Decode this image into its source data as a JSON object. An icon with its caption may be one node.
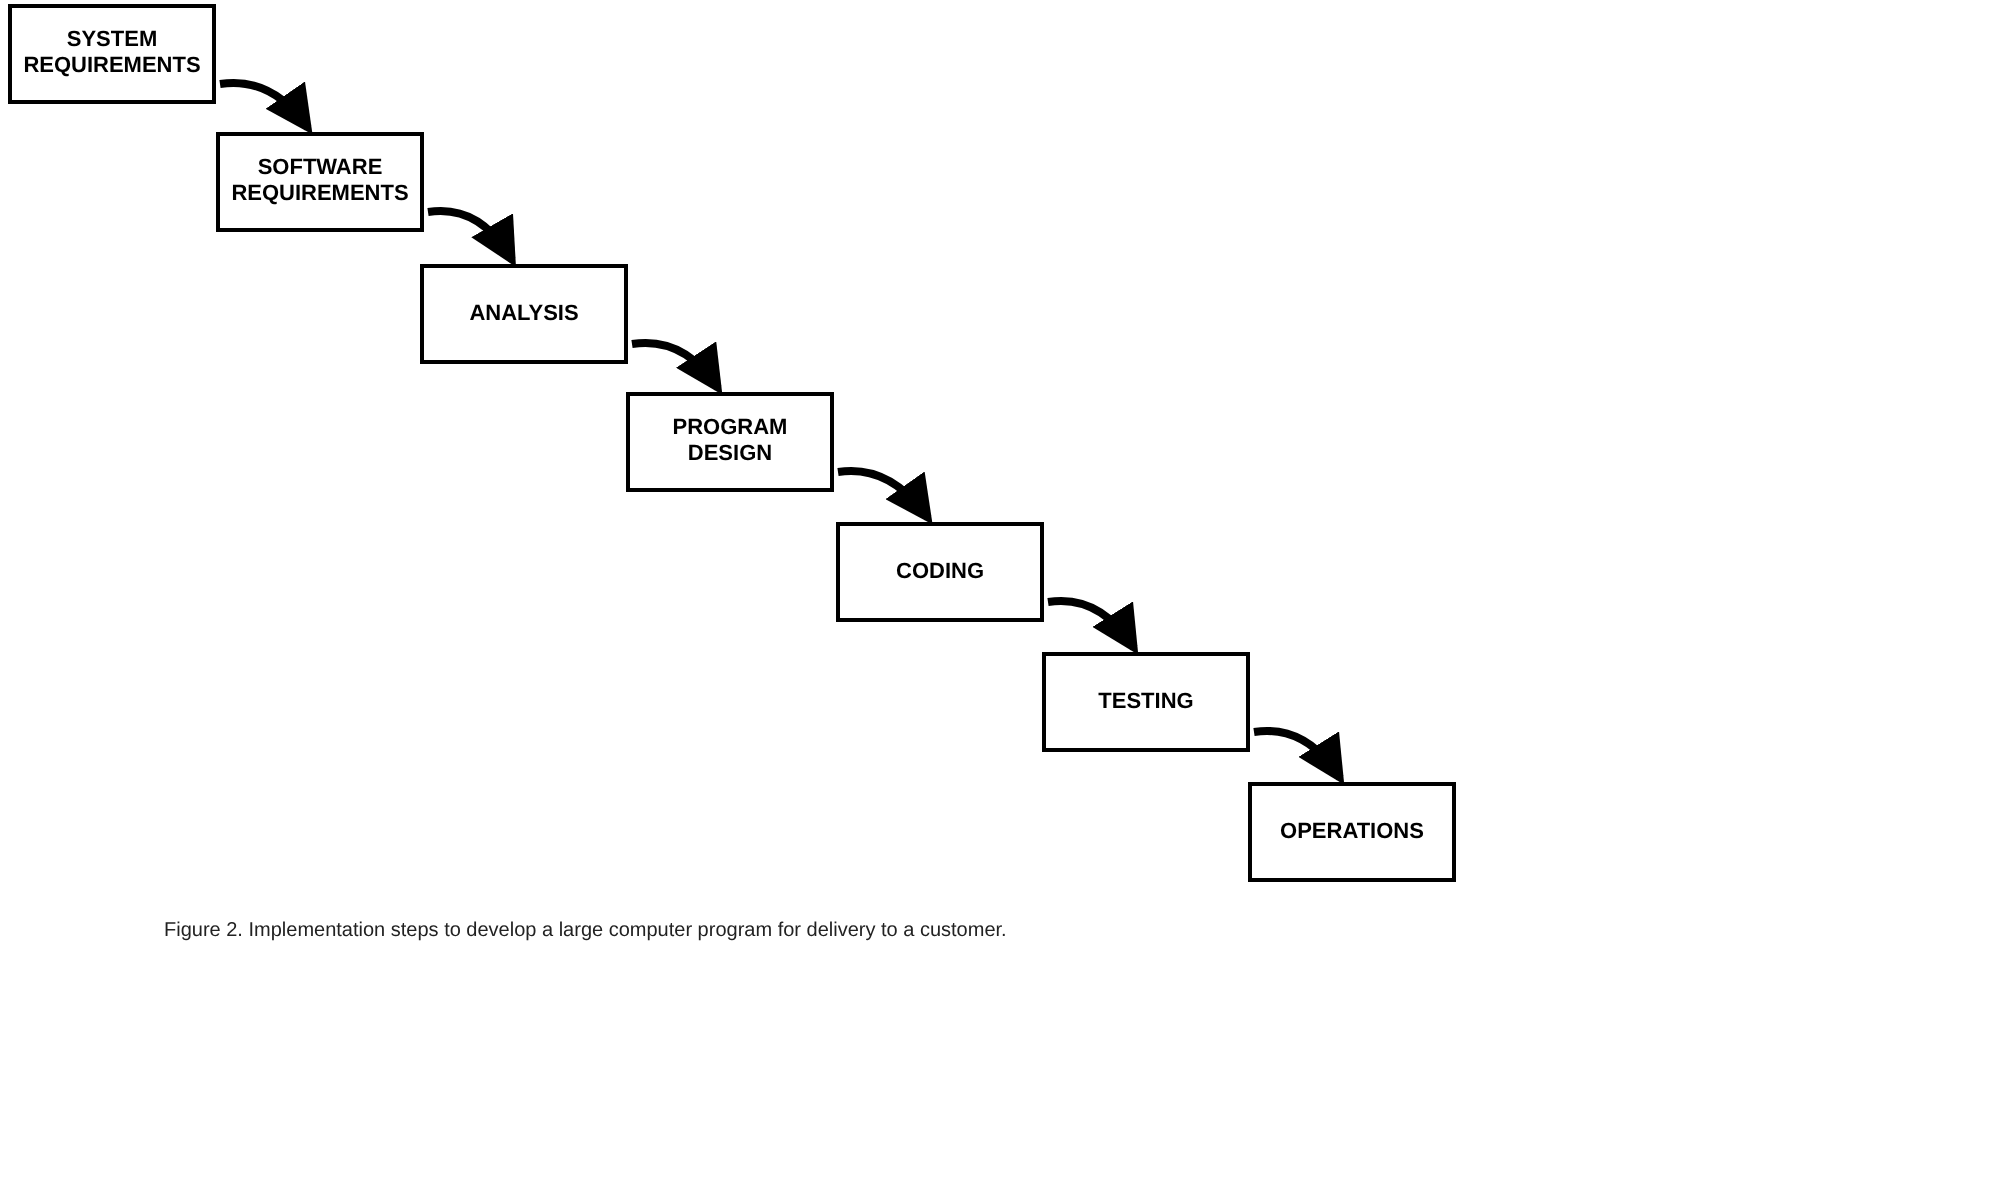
{
  "diagram": {
    "caption": "Figure 2.  Implementation steps to develop a large computer program for delivery to a customer.",
    "nodes": [
      {
        "text": [
          "SYSTEM REQUIREMENTS"
        ]
      },
      {
        "text": [
          "SOFTWARE REQUIREMENTS"
        ]
      },
      {
        "text": [
          "ANALYSIS"
        ]
      },
      {
        "text": [
          "PROGRAM DESIGN"
        ]
      },
      {
        "text": [
          "CODING"
        ]
      },
      {
        "text": [
          "TESTING"
        ]
      },
      {
        "text": [
          "OPERATIONS"
        ]
      }
    ],
    "edges": [
      {
        "from": 0,
        "to": 1,
        "arrow": "to"
      },
      {
        "from": 1,
        "to": 2,
        "arrow": "to"
      },
      {
        "from": 2,
        "to": 3,
        "arrow": "to"
      },
      {
        "from": 3,
        "to": 4,
        "arrow": "to"
      },
      {
        "from": 4,
        "to": 5,
        "arrow": "to"
      },
      {
        "from": 5,
        "to": 6,
        "arrow": "to"
      }
    ]
  }
}
